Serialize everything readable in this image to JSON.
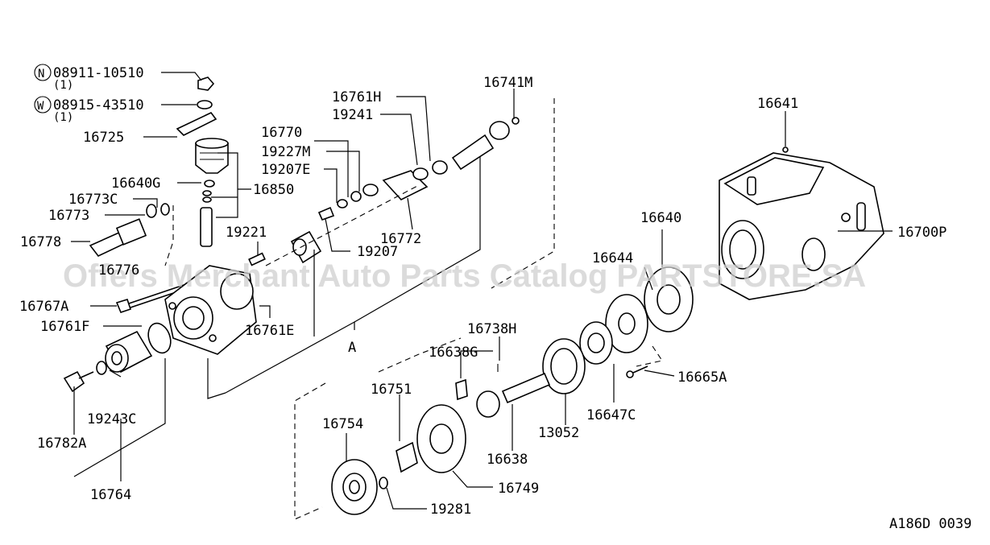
{
  "watermark": "Offers Merchant Auto Parts Catalog PARTSTORE.SA",
  "diagram_code": "A186D 0039",
  "group_label": "A",
  "callouts": {
    "n_symbol": "N",
    "w_symbol": "W",
    "p08911_10510": "08911-10510",
    "q1a": "(1)",
    "p08915_43510": "08915-43510",
    "q1b": "(1)",
    "p16725": "16725",
    "p16640G": "16640G",
    "p16773C": "16773C",
    "p16773": "16773",
    "p16778": "16778",
    "p16776": "16776",
    "p16767A": "16767A",
    "p16761F": "16761F",
    "p16850": "16850",
    "p19221": "19221",
    "p16761E": "16761E",
    "p16770": "16770",
    "p19227M": "19227M",
    "p19207E": "19207E",
    "p19207": "19207",
    "p16761H": "16761H",
    "p19241": "19241",
    "p16772": "16772",
    "p16741M": "16741M",
    "p16641": "16641",
    "p16700P": "16700P",
    "p16640": "16640",
    "p16644": "16644",
    "p16665A": "16665A",
    "p16647C": "16647C",
    "p13052": "13052",
    "p16738H": "16738H",
    "p16638G": "16638G",
    "p16638": "16638",
    "p16751": "16751",
    "p16754": "16754",
    "p16749": "16749",
    "p19281": "19281",
    "p19243C": "19243C",
    "p16782A": "16782A",
    "p16764": "16764"
  }
}
